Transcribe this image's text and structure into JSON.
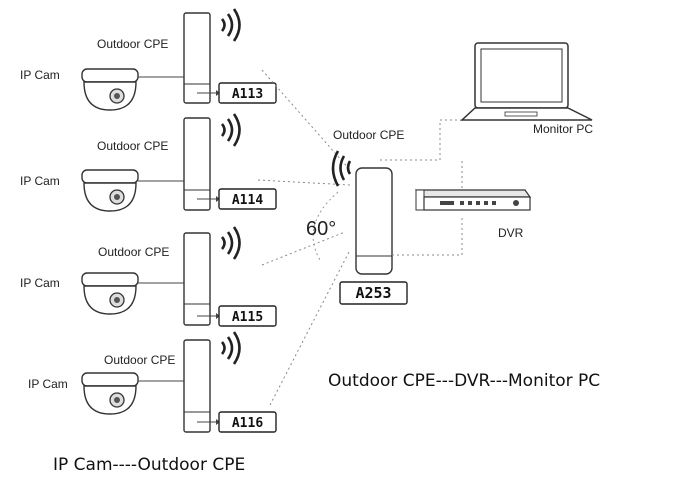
{
  "cameras": [
    {
      "cam_label": "IP Cam",
      "cpe_label": "Outdoor CPE",
      "code": "A113"
    },
    {
      "cam_label": "IP Cam",
      "cpe_label": "Outdoor CPE",
      "code": "A114"
    },
    {
      "cam_label": "IP Cam",
      "cpe_label": "Outdoor CPE",
      "code": "A115"
    },
    {
      "cam_label": "IP Cam",
      "cpe_label": "Outdoor CPE",
      "code": "A116"
    }
  ],
  "central": {
    "cpe_label": "Outdoor CPE",
    "code": "A253",
    "angle": "60°"
  },
  "monitor_label": "Monitor PC",
  "dvr_label": "DVR",
  "caption_left": "IP Cam----Outdoor CPE",
  "caption_right": "Outdoor CPE---DVR---Monitor PC"
}
